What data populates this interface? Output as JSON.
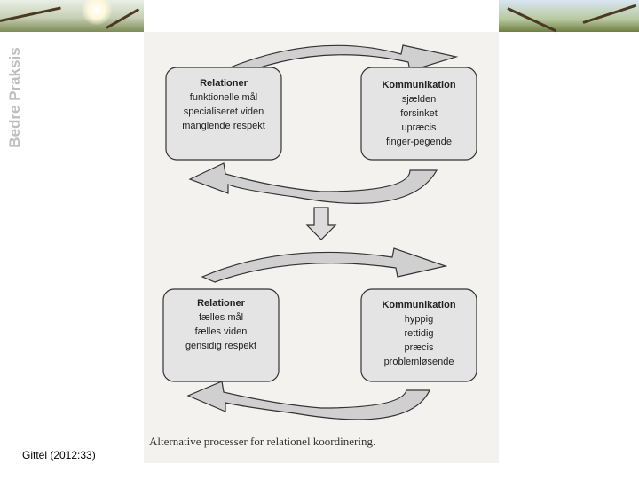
{
  "side_title": "Bedre Praksis",
  "top_diagram": {
    "left_box": {
      "heading": "Relationer",
      "lines": [
        "funktionelle mål",
        "specialiseret viden",
        "manglende respekt"
      ]
    },
    "right_box": {
      "heading": "Kommunikation",
      "lines": [
        "sjælden",
        "forsinket",
        "upræcis",
        "finger-pegende"
      ]
    }
  },
  "bottom_diagram": {
    "left_box": {
      "heading": "Relationer",
      "lines": [
        "fælles mål",
        "fælles viden",
        "gensidig respekt"
      ]
    },
    "right_box": {
      "heading": "Kommunikation",
      "lines": [
        "hyppig",
        "rettidig",
        "præcis",
        "problemløsende"
      ]
    }
  },
  "caption": "Alternative processer for relationel koordinering.",
  "citation": "Gittel (2012:33)",
  "colors": {
    "box_fill": "#e4e4e4",
    "arrow_fill": "#d0d0d0",
    "stroke": "#333333",
    "side_title": "#bfbfbf",
    "scan_bg": "#f3f2ef"
  }
}
